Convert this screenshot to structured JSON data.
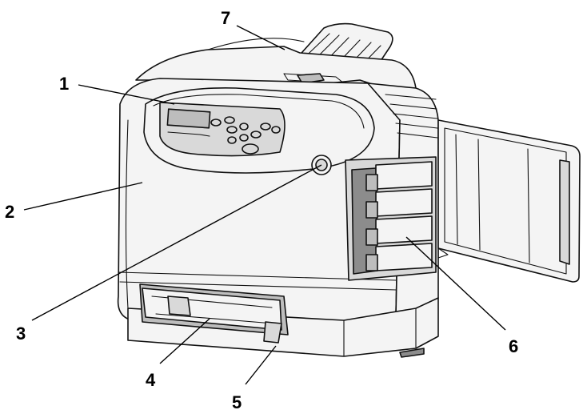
{
  "callouts": [
    {
      "id": "c1",
      "label": "1"
    },
    {
      "id": "c2",
      "label": "2"
    },
    {
      "id": "c3",
      "label": "3"
    },
    {
      "id": "c4",
      "label": "4"
    },
    {
      "id": "c5",
      "label": "5"
    },
    {
      "id": "c6",
      "label": "6"
    },
    {
      "id": "c7",
      "label": "7"
    }
  ]
}
